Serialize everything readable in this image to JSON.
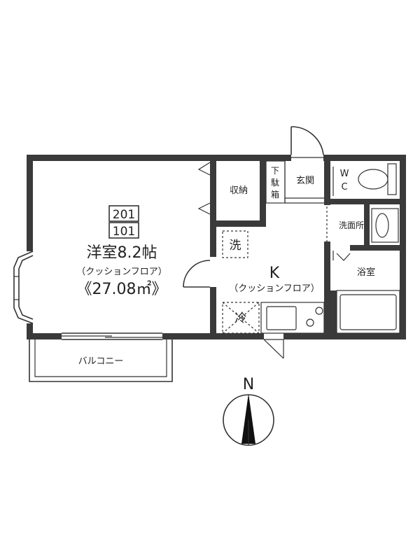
{
  "unit_numbers": [
    "201",
    "101"
  ],
  "western_room": {
    "name": "洋室8.2帖",
    "floor": "（クッションフロア）",
    "area": "《27.08㎡》"
  },
  "kitchen": {
    "name": "K",
    "floor": "（クッションフロア）"
  },
  "rooms": {
    "storage": "収納",
    "shoe_box_chars": [
      "下",
      "駄",
      "箱"
    ],
    "entrance": "玄関",
    "wc_chars": [
      "W",
      "C"
    ],
    "washroom": "洗面所",
    "bathroom": "浴室",
    "balcony": "バルコニー"
  },
  "appliances": {
    "washer": "洗",
    "fridge": "冷"
  },
  "compass": {
    "label": "N"
  }
}
